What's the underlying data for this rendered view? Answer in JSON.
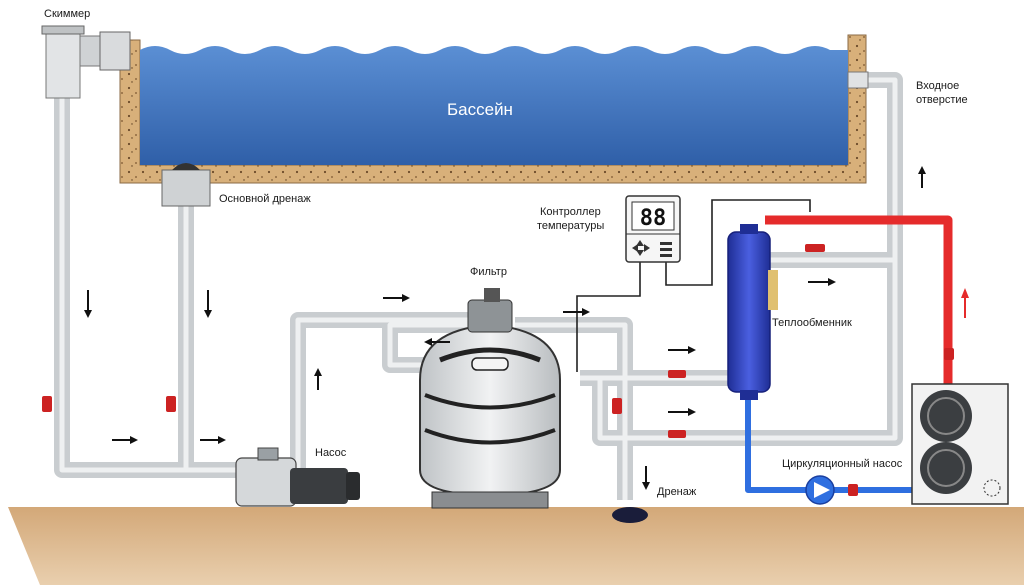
{
  "labels": {
    "skimmer": "Скиммер",
    "pool": "Бассейн",
    "inlet_line1": "Входное",
    "inlet_line2": "отверстие",
    "main_drain": "Основной дренаж",
    "controller_line1": "Контроллер",
    "controller_line2": "температуры",
    "filter": "Фильтр",
    "heat_exchanger": "Теплообменник",
    "pump": "Насос",
    "circulation_pump": "Циркуляционный насос",
    "drain": "Дренаж"
  },
  "controller_display": "88",
  "colors": {
    "water": "#3f74b8",
    "hot_pipe": "#e52b2b",
    "cold_pipe": "#2f6fe0",
    "pipe": "#d9dcde",
    "ground": "#d9b589",
    "heat_exchanger": "#2e3fb5",
    "valve": "#cc2222"
  }
}
